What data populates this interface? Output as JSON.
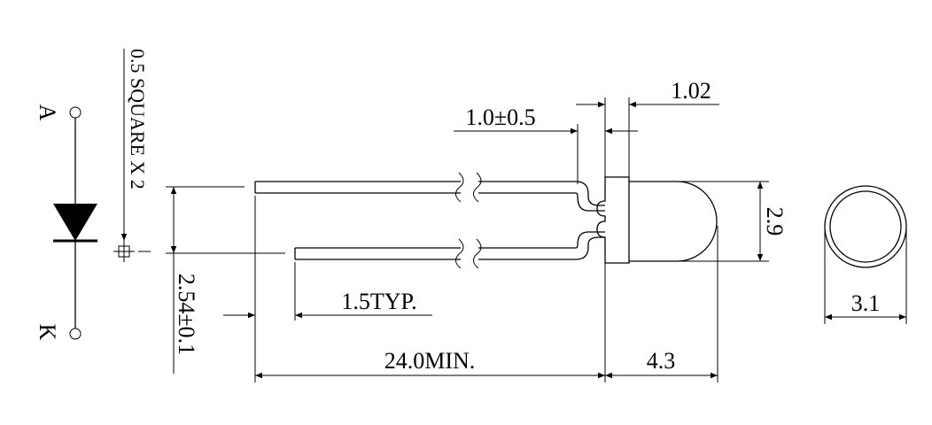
{
  "symbol": {
    "anode_label": "A",
    "cathode_label": "K"
  },
  "lead_note": "0.5 SQUARE X 2",
  "dimensions": {
    "lead_flange_clearance": "1.0±0.5",
    "flange_thickness": "1.02",
    "body_diameter": "2.9",
    "lead_length": "24.0MIN.",
    "body_length": "4.3",
    "lead_pitch": "2.54±0.1",
    "lead_offset": "1.5TYP.",
    "flange_diameter": "3.1"
  },
  "colors": {
    "line": "#000000",
    "background": "#ffffff"
  }
}
